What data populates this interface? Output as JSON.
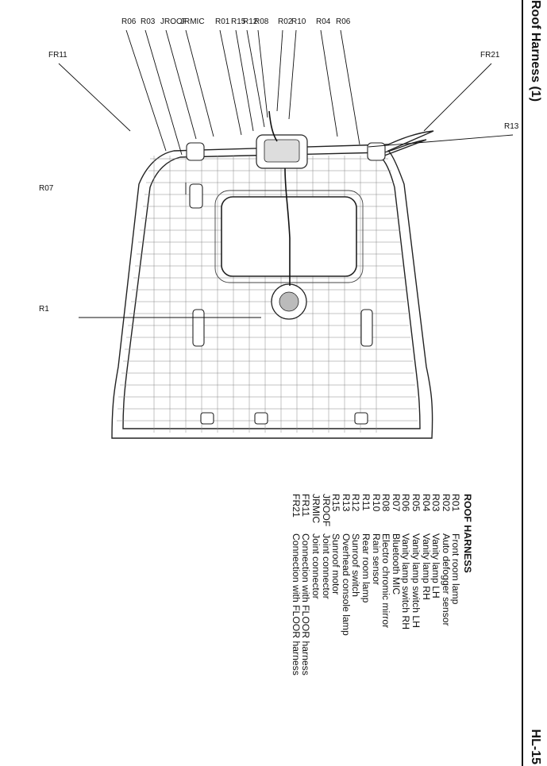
{
  "header": {
    "title": "Roof Harness (1)",
    "page": "HL-15"
  },
  "diagram": {
    "callouts": [
      "R06",
      "R03",
      "JROOF",
      "JRMIC",
      "R01",
      "R15",
      "R12",
      "R08",
      "R02",
      "R10",
      "R04",
      "R06",
      "FR11",
      "FR21",
      "R13",
      "R07",
      "R1"
    ]
  },
  "legend": {
    "heading": "ROOF HARNESS",
    "items": [
      {
        "code": "R01",
        "desc": "Front room lamp"
      },
      {
        "code": "R02",
        "desc": "Auto defogger sensor"
      },
      {
        "code": "R03",
        "desc": "Vanity lamp LH"
      },
      {
        "code": "R04",
        "desc": "Vanity lamp RH"
      },
      {
        "code": "R05",
        "desc": "Vanity lamp switch LH"
      },
      {
        "code": "R06",
        "desc": "Vanity lamp switch RH"
      },
      {
        "code": "R07",
        "desc": "Bluetooth MIC"
      },
      {
        "code": "R08",
        "desc": "Electro chromic mirror"
      },
      {
        "code": "R10",
        "desc": "Rain sensor"
      },
      {
        "code": "R11",
        "desc": "Rear room lamp"
      },
      {
        "code": "R12",
        "desc": "Sunroof switch"
      },
      {
        "code": "R13",
        "desc": "Overhead console lamp"
      },
      {
        "code": "R15",
        "desc": "Sunroof motor"
      },
      {
        "code": "JROOF",
        "desc": "Joint connector"
      },
      {
        "code": "JRMIC",
        "desc": "Joint connector"
      },
      {
        "code": "FR11",
        "desc": "Connection with FLOOR harness"
      },
      {
        "code": "FR21",
        "desc": "Connection with FLOOR harness"
      }
    ]
  }
}
